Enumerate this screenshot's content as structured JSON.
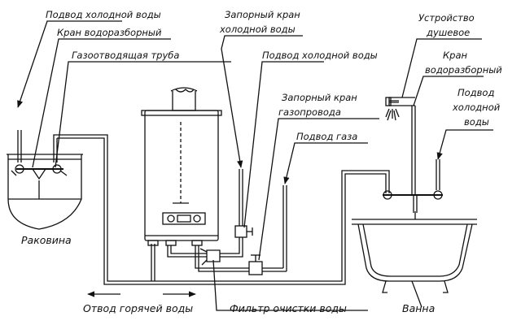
{
  "labels": {
    "cold_supply_sink": "Подвод холодной воды",
    "tap_sink": "Кран водоразборный",
    "flue_pipe": "Газоотводящая труба",
    "cold_shutoff_1": "Запорный кран",
    "cold_shutoff_2": "холодной воды",
    "cold_supply_heater": "Подвод холодной воды",
    "gas_shutoff_1": "Запорный кран",
    "gas_shutoff_2": "газопровода",
    "gas_supply": "Подвод газа",
    "shower_1": "Устройство",
    "shower_2": "душевое",
    "tap_bath_1": "Кран",
    "tap_bath_2": "водоразборный",
    "cold_supply_bath_1": "Подвод",
    "cold_supply_bath_2": "холодной",
    "cold_supply_bath_3": "воды",
    "sink": "Раковина",
    "bath": "Ванна",
    "hot_outlet": "Отвод горячей воды",
    "filter": "Фильтр очистки воды"
  }
}
